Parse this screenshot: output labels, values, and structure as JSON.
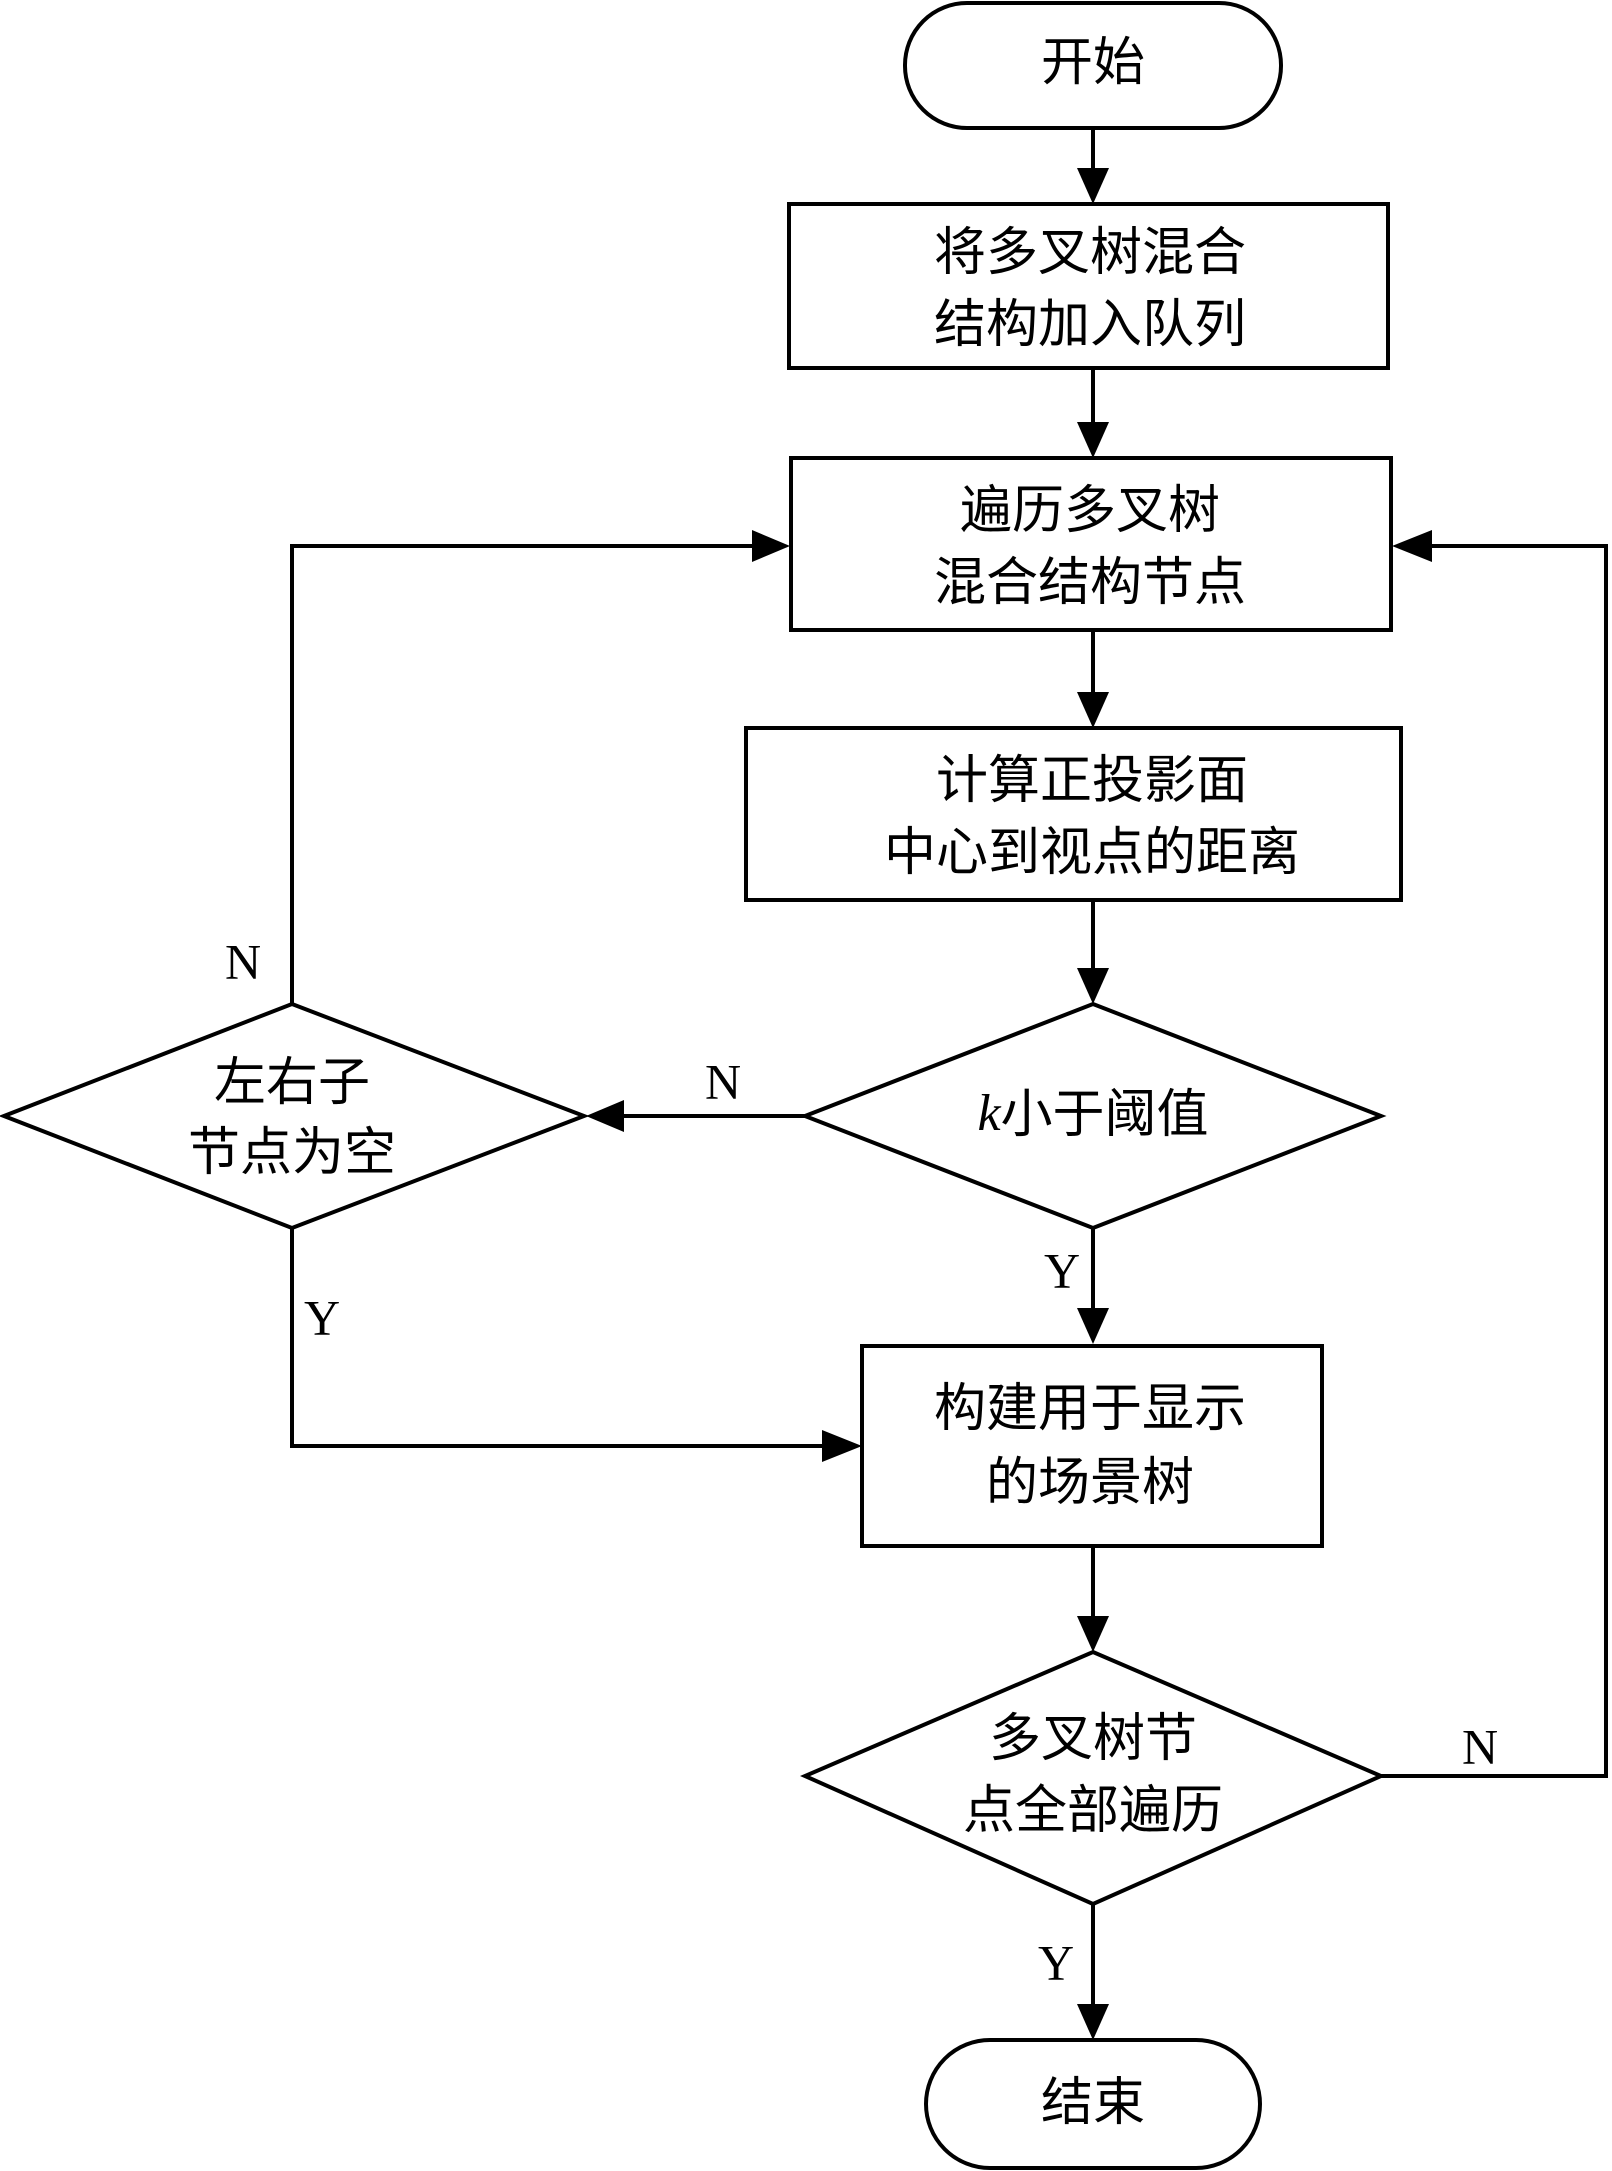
{
  "nodes": {
    "start": {
      "label": "开始"
    },
    "enqueue": {
      "lines": [
        "将多叉树混合",
        "结构加入队列"
      ]
    },
    "traverse": {
      "lines": [
        "遍历多叉树",
        "混合结构节点"
      ]
    },
    "compute": {
      "lines": [
        "计算正投影面",
        "中心到视点的距离"
      ]
    },
    "k_check": {
      "variable": "k",
      "text": "小于阈值"
    },
    "children_empty": {
      "lines": [
        "左右子",
        "节点为空"
      ]
    },
    "build": {
      "lines": [
        "构建用于显示",
        "的场景树"
      ]
    },
    "all_done": {
      "lines": [
        "多叉树节",
        "点全部遍历"
      ]
    },
    "end": {
      "label": "结束"
    }
  },
  "edge_labels": {
    "k_no": "N",
    "k_yes": "Y",
    "children_no": "N",
    "children_yes": "Y",
    "done_no": "N",
    "done_yes": "Y"
  }
}
